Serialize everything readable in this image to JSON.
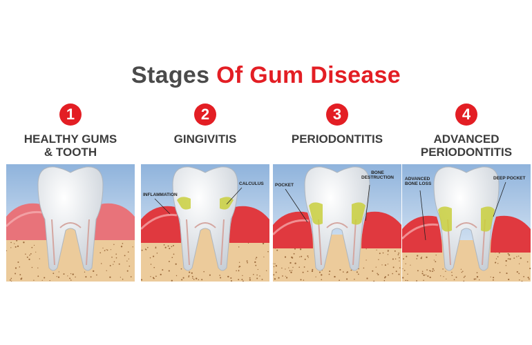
{
  "title": {
    "part1": "Stages",
    "part2": "Of Gum Disease"
  },
  "colors": {
    "accent": "#e31e24",
    "heading": "#3c3c3c",
    "sky_top": "#8fb3dc",
    "sky_bottom": "#eef5fb",
    "bone": "#eccb9b",
    "gum": "#e0393f",
    "plaque": "#c9cf3d"
  },
  "stages": [
    {
      "number": "1",
      "heading": "HEALTHY GUMS\n& TOOTH",
      "callouts": []
    },
    {
      "number": "2",
      "heading": "GINGIVITIS",
      "callouts": [
        "INFLAMMATION",
        "CALCULUS"
      ]
    },
    {
      "number": "3",
      "heading": "PERIODONTITIS",
      "callouts": [
        "POCKET",
        "BONE\nDESTRUCTION"
      ]
    },
    {
      "number": "4",
      "heading": "ADVANCED\nPERIODONTITIS",
      "callouts": [
        "ADVANCED\nBONE LOSS",
        "DEEP POCKET"
      ]
    }
  ]
}
